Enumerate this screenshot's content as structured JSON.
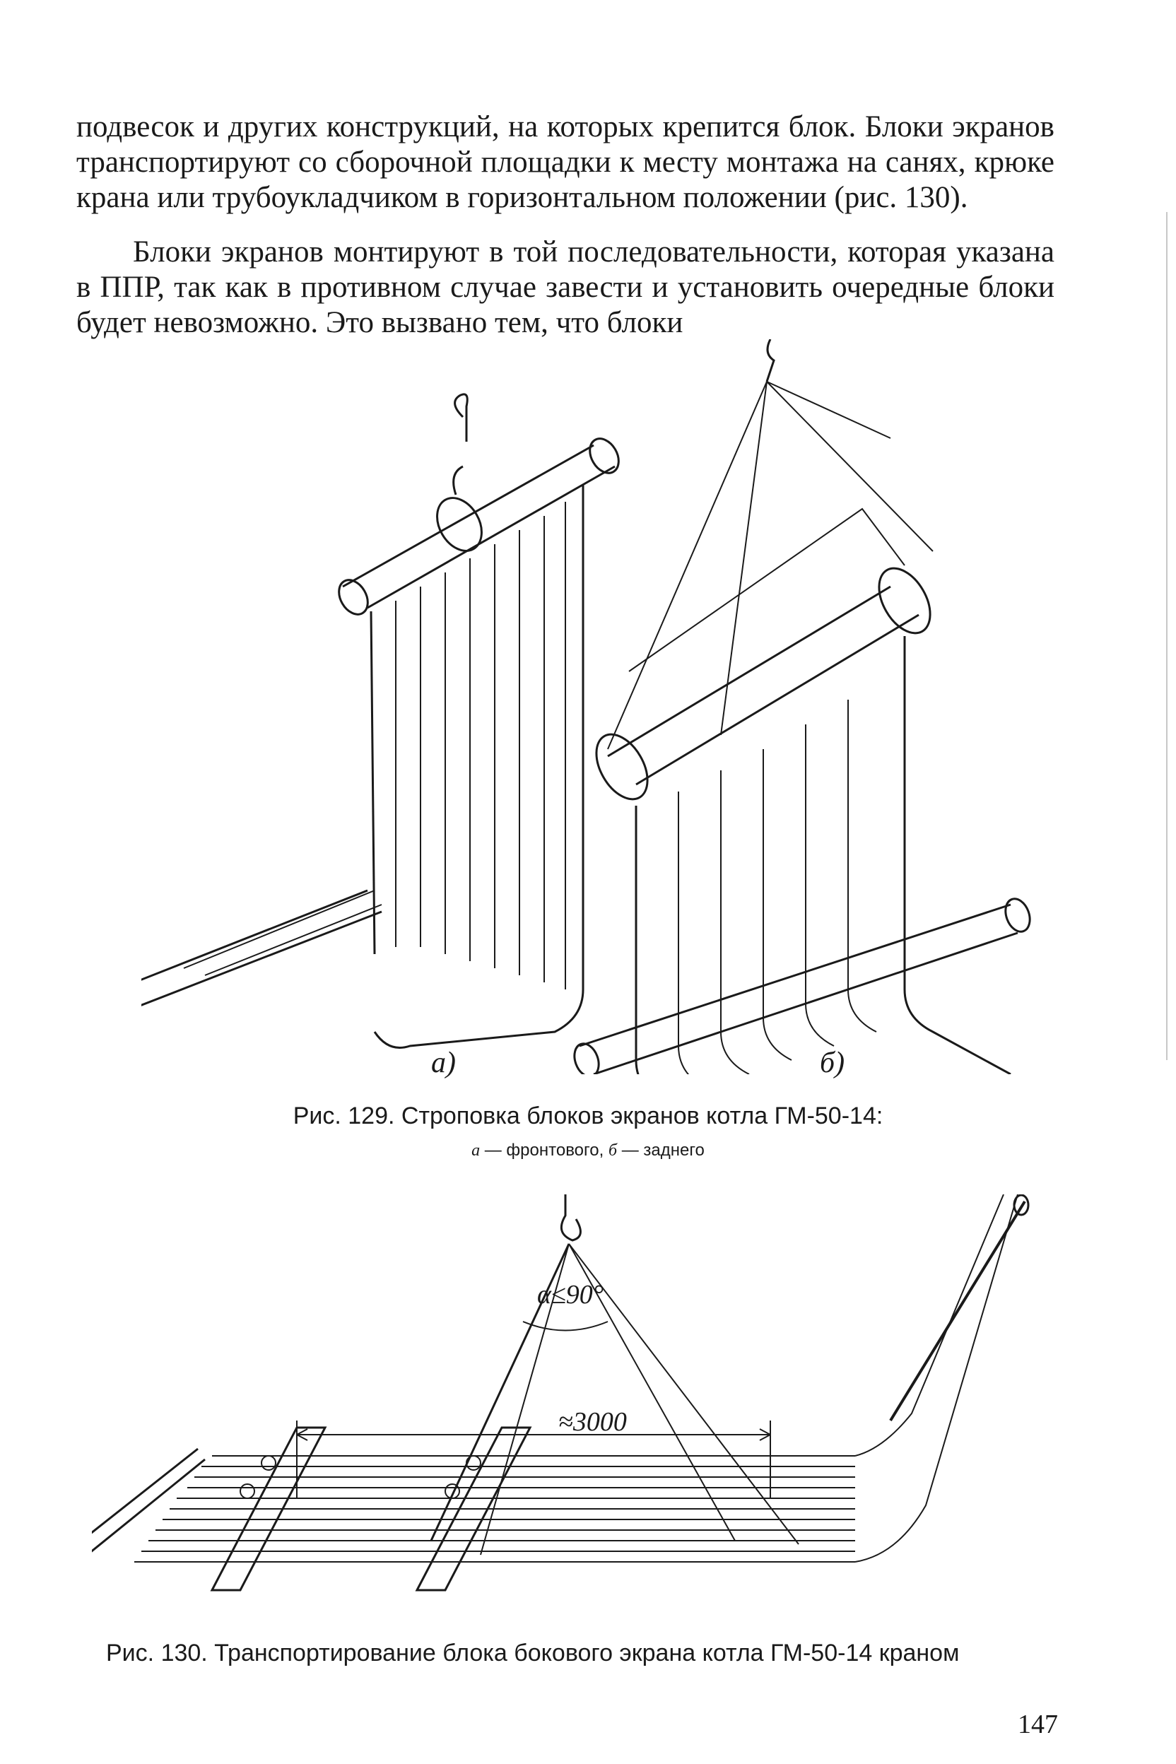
{
  "text": {
    "para1": "подвесок и других конструкций, на которых крепится блок. Блоки экранов транспортируют со сборочной площадки к месту монтажа на санях, крюке крана или трубоукладчиком в горизонтальном положении (рис. 130).",
    "para2": "Блоки экранов монтируют в той последовательности, которая указана в ППР, так как в противном случае завести и установить очередные блоки будет невозможно. Это вызвано тем, что блоки"
  },
  "figure129": {
    "label_a": "а)",
    "label_b": "б)",
    "caption": "Рис. 129. Строповка блоков экранов котла ГМ-50-14:",
    "sub_a_letter": "а",
    "sub_a_text": "— фронтового,",
    "sub_b_letter": "б",
    "sub_b_text": "— заднего"
  },
  "figure130": {
    "angle_label": "α≤90°",
    "distance_label": "≈3000",
    "caption": "Рис. 130. Транспортирование блока бокового экрана котла ГМ-50-14 краном"
  },
  "page_number": "147"
}
